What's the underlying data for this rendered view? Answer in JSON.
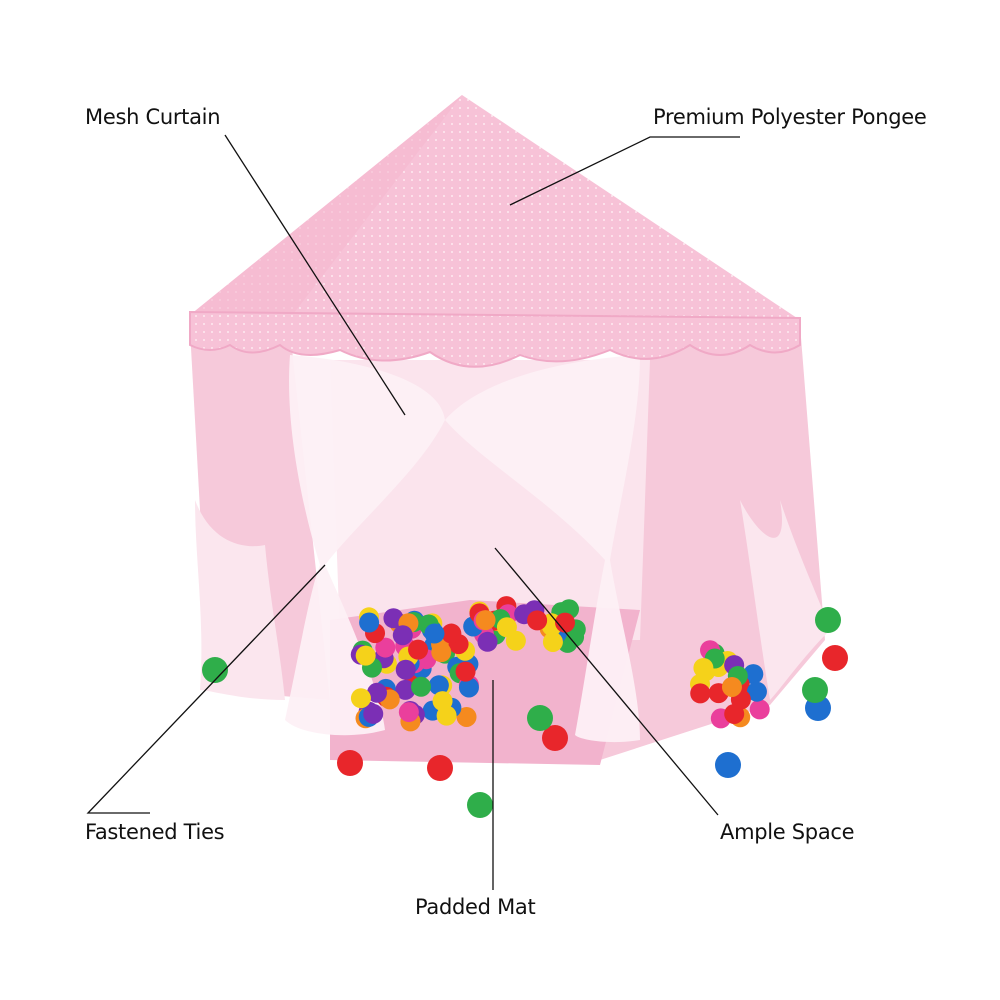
{
  "callouts": {
    "mesh_curtain": "Mesh Curtain",
    "premium_polyester_pongee": "Premium Polyester Pongee",
    "fastened_ties": "Fastened Ties",
    "padded_mat": "Padded Mat",
    "ample_space": "Ample Space"
  },
  "colors": {
    "tent_pink": "#f7c6d9",
    "tent_pink_dark": "#f0a9c6",
    "mesh": "#fbe6ee",
    "mat": "#f3b5cf",
    "line": "#111111",
    "balls": [
      "#e8262b",
      "#1e6fd0",
      "#2fae4a",
      "#f5d21a",
      "#7b2fb5",
      "#ea3f9c",
      "#f58a1f"
    ]
  }
}
